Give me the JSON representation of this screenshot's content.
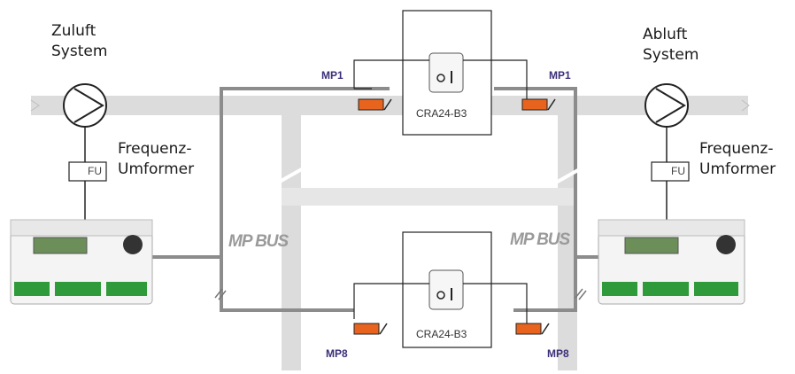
{
  "supply": {
    "line1": "Zuluft",
    "line2": "System"
  },
  "exhaust": {
    "line1": "Abluft",
    "line2": "System"
  },
  "converter_left": {
    "line1": "Frequenz-",
    "line2": "Umformer"
  },
  "converter_right": {
    "line1": "Frequenz-",
    "line2": "Umformer"
  },
  "fu_label": "FU",
  "controller_top": "CRA24-B3",
  "controller_bottom": "CRA24-B3",
  "mp_top_left": "MP1",
  "mp_top_right": "MP1",
  "mp_bottom_left": "MP8",
  "mp_bottom_right": "MP8",
  "bus_label": "MP BUS",
  "colors": {
    "duct": "#dcdcdc",
    "bus": "#8c8c8c",
    "actuator": "#e8641e",
    "mp_text": "#3a2f78",
    "terminal_green": "#2e9a3a"
  }
}
